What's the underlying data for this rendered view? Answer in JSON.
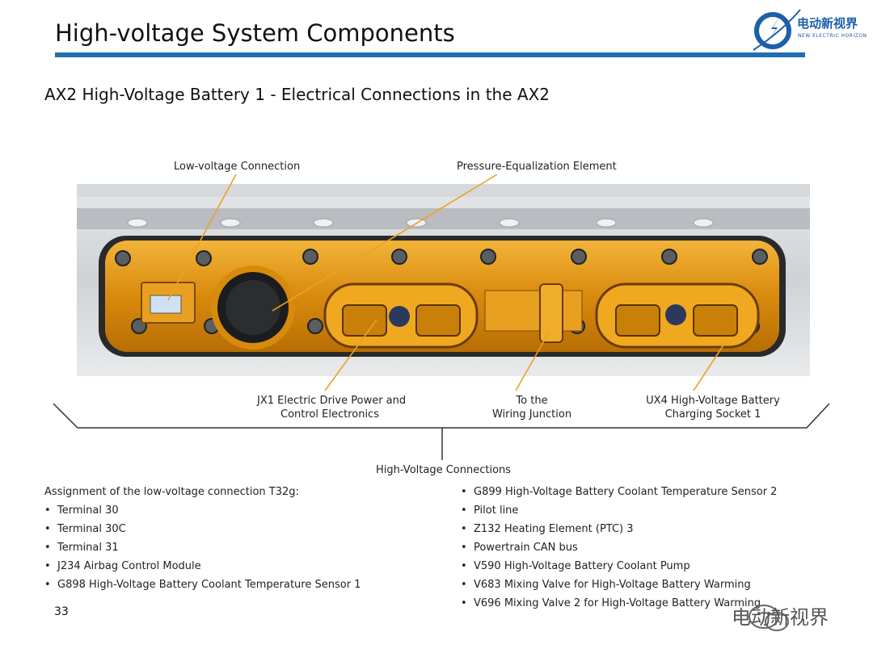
{
  "header": {
    "title": "High-voltage System Components",
    "accent_color": "#1f6fb5",
    "logo": {
      "name": "电动新视界",
      "tagline": "NEW ELECTRIC HORIZON"
    }
  },
  "subtitle": "AX2 High-Voltage Battery 1 - Electrical Connections in the AX2",
  "callouts": {
    "low_voltage_connection": "Low-voltage Connection",
    "pressure_equalization": "Pressure-Equalization Element",
    "jx1_line1": "JX1 Electric Drive Power and",
    "jx1_line2": "Control Electronics",
    "wiring_line1": "To the",
    "wiring_line2": "Wiring Junction",
    "ux4_line1": "UX4 High-Voltage Battery",
    "ux4_line2": "Charging Socket 1",
    "group_label": "High-Voltage Connections"
  },
  "assignment": {
    "heading": "Assignment of the low-voltage connection T32g:",
    "left_items": [
      "Terminal 30",
      "Terminal 30C",
      "Terminal 31",
      "J234 Airbag Control Module",
      "G898 High-Voltage Battery Coolant Temperature Sensor 1"
    ],
    "right_items": [
      "G899 High-Voltage Battery Coolant Temperature Sensor 2",
      "Pilot line",
      "Z132 Heating Element (PTC) 3",
      "Powertrain CAN bus",
      "V590 High-Voltage Battery Coolant Pump",
      "V683 Mixing Valve for High-Voltage Battery Warming",
      "V696 Mixing Valve 2 for High-Voltage Battery Warming"
    ]
  },
  "footer": {
    "page_number": "33",
    "watermark": "电动新视界"
  },
  "colors": {
    "housing_orange": "#e0960f",
    "leader_line": "#f0a020",
    "panel_gray": "#c8ccd0"
  }
}
